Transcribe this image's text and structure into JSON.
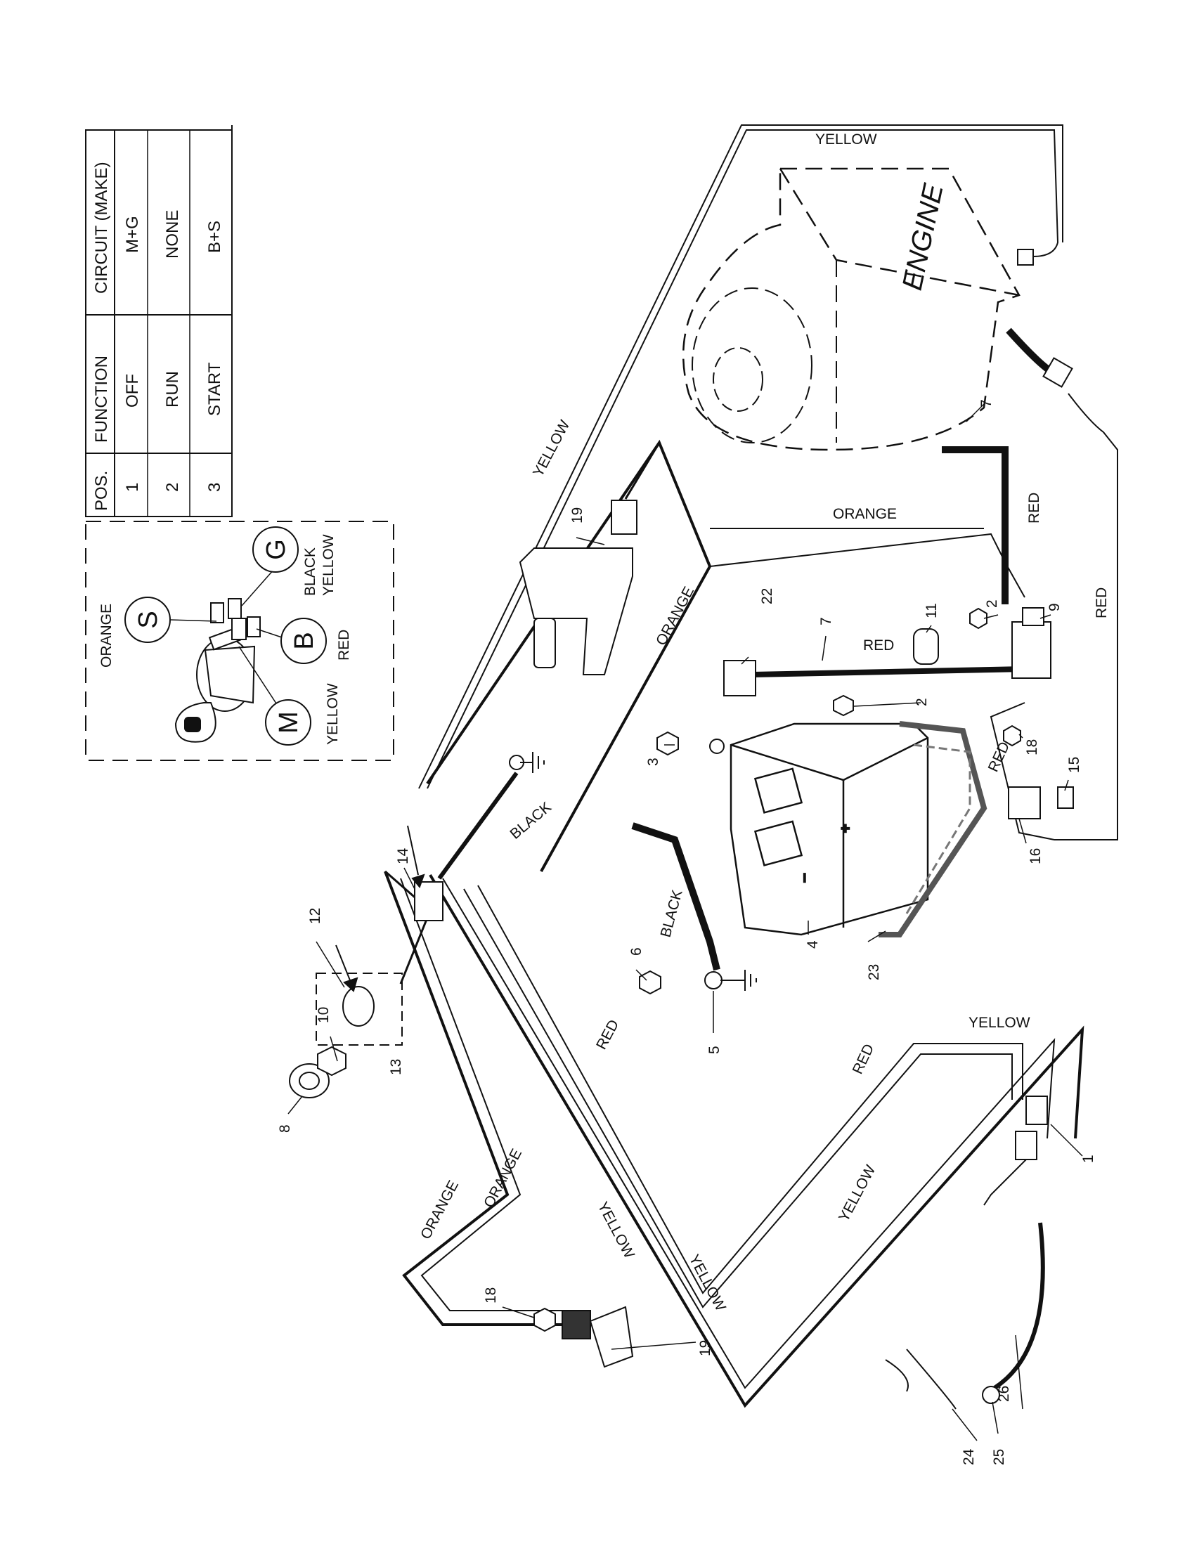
{
  "table": {
    "headers": [
      "POS.",
      "FUNCTION",
      "CIRCUIT (MAKE)"
    ],
    "rows": [
      {
        "pos": "1",
        "function": "OFF",
        "circuit": "M+G"
      },
      {
        "pos": "2",
        "function": "RUN",
        "circuit": "NONE"
      },
      {
        "pos": "3",
        "function": "START",
        "circuit": "B+S"
      }
    ]
  },
  "switch_detail": {
    "terminals": {
      "s": "S",
      "g": "G",
      "b": "B",
      "m": "M"
    },
    "wires": {
      "orange": "ORANGE",
      "black": "BLACK",
      "yellow_g": "YELLOW",
      "red": "RED",
      "yellow_m": "YELLOW"
    }
  },
  "engine": "ENGINE",
  "wire_labels": {
    "yellow_top": "YELLOW",
    "yellow_diag": "YELLOW",
    "orange_mid": "ORANGE",
    "orange_right": "ORANGE",
    "red_engine": "RED",
    "red_side": "RED",
    "red_cable": "RED",
    "red_lower": "RED",
    "black_ground": "BLACK",
    "black_battery": "BLACK",
    "red_bottom": "RED",
    "red_long": "RED",
    "yellow_right": "YELLOW",
    "orange_a": "ORANGE",
    "orange_b": "ORANGE",
    "yellow_a": "YELLOW",
    "yellow_b": "YELLOW",
    "yellow_c": "YELLOW"
  },
  "battery_signs": {
    "plus": "+",
    "minus": "–"
  },
  "part_numbers": {
    "p1": "1",
    "p2a": "2",
    "p2b": "2",
    "p3": "3",
    "p4": "4",
    "p5": "5",
    "p6": "6",
    "p7a": "7",
    "p7b": "7",
    "p8": "8",
    "p9": "9",
    "p10": "10",
    "p11": "11",
    "p12": "12",
    "p13": "13",
    "p14": "14",
    "p15": "15",
    "p16": "16",
    "p18a": "18",
    "p18b": "18",
    "p19a": "19",
    "p19b": "19",
    "p22": "22",
    "p23": "23",
    "p24": "24",
    "p25": "25",
    "p26": "26"
  }
}
